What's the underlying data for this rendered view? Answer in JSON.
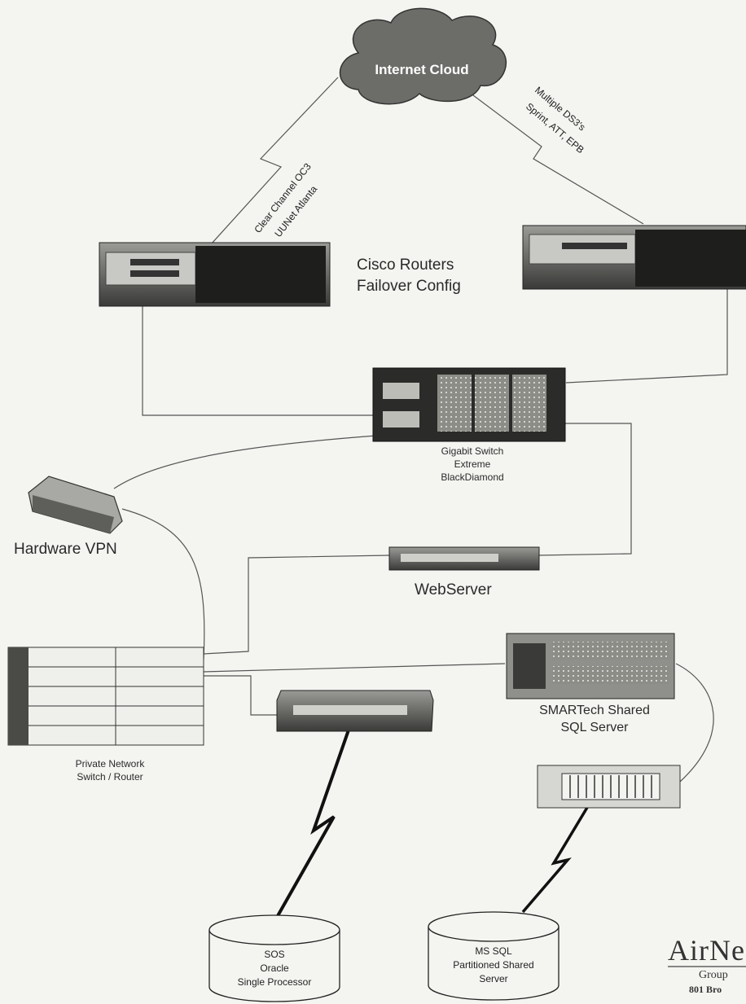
{
  "cloud": {
    "label": "Internet Cloud"
  },
  "links": {
    "left_line1": "Clear Channel OC3",
    "left_line2": "UUNet Atlanta",
    "right_line1": "Multiple DS3's",
    "right_line2": "Sprint, ATT, EPB"
  },
  "routers": {
    "line1": "Cisco Routers",
    "line2": "Failover Config"
  },
  "gigabit_switch": {
    "line1": "Gigabit Switch",
    "line2": "Extreme",
    "line3": "BlackDiamond"
  },
  "vpn": {
    "label": "Hardware VPN"
  },
  "webserver": {
    "label": "WebServer"
  },
  "private_switch": {
    "line1": "Private Network",
    "line2": "Switch / Router"
  },
  "sql_server": {
    "line1": "SMARTech Shared",
    "line2": "SQL Server"
  },
  "db_oracle": {
    "line1": "SOS",
    "line2": "Oracle",
    "line3": "Single Processor"
  },
  "db_mssql": {
    "line1": "MS SQL",
    "line2": "Partitioned Shared",
    "line3": "Server"
  },
  "logo": {
    "name": "AirNe",
    "line2": "Group",
    "line3": "801 Bro"
  }
}
